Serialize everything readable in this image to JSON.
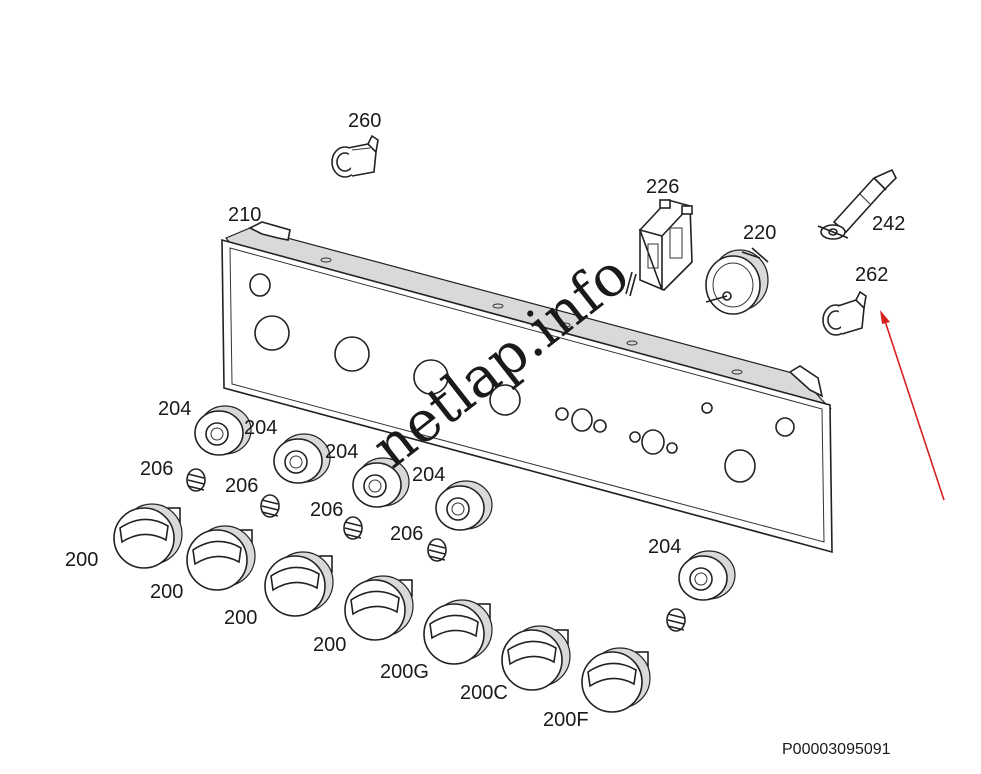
{
  "labels": {
    "p260": "260",
    "p210": "210",
    "p226": "226",
    "p220": "220",
    "p242": "242",
    "p262": "262",
    "p204a": "204",
    "p204b": "204",
    "p204c": "204",
    "p204d": "204",
    "p204e": "204",
    "p206a": "206",
    "p206b": "206",
    "p206c": "206",
    "p206d": "206",
    "p200a": "200",
    "p200b": "200",
    "p200c": "200",
    "p200d": "200",
    "p200g": "200G",
    "p200c2": "200C",
    "p200f": "200F"
  },
  "document_code": "P00003095091",
  "watermark": "netlap.info",
  "colors": {
    "arrow": "#d62020",
    "line": "#222222"
  }
}
